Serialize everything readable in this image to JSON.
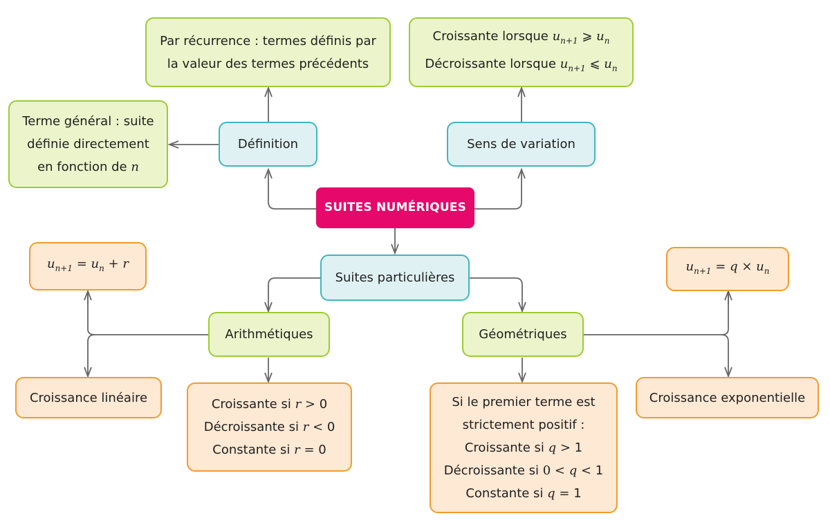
{
  "root": {
    "label": "SUITES NUMÉRIQUES"
  },
  "definition": {
    "label": "Définition",
    "recurrence": "Par récurrence : termes définis par la valeur des termes précédents",
    "recurrence_lines": [
      "Par récurrence : termes définis par",
      "la valeur des termes précédents"
    ],
    "general_lines": [
      "Terme général : suite",
      "définie directement",
      "en fonction de "
    ],
    "general_var": "n"
  },
  "variation": {
    "label": "Sens de variation",
    "increasing_text": "Croissante lorsque ",
    "decreasing_text": "Décroissante lorsque ",
    "u": "u",
    "sub_next": "n+1",
    "sub_n": "n",
    "geq": "⩾",
    "leq": "⩽"
  },
  "particular": {
    "label": "Suites particulières"
  },
  "arithmetic": {
    "label": "Arithmétiques",
    "formula": {
      "u": "u",
      "sub_next": "n+1",
      "eq": " = ",
      "sub_n": "n",
      "plus": " + ",
      "r": "r"
    },
    "growth": "Croissance linéaire",
    "cases": [
      {
        "text": "Croissante si ",
        "var": "r",
        "op": " > ",
        "val": "0"
      },
      {
        "text": "Décroissante si ",
        "var": "r",
        "op": " < ",
        "val": "0"
      },
      {
        "text": "Constante si ",
        "var": "r",
        "op": " = ",
        "val": "0"
      }
    ]
  },
  "geometric": {
    "label": "Géométriques",
    "formula": {
      "u": "u",
      "sub_next": "n+1",
      "eq": " = ",
      "q": "q",
      "times": " × ",
      "sub_n": "n"
    },
    "growth": "Croissance exponentielle",
    "condition_lines": [
      "Si le premier terme est",
      "strictement positif :"
    ],
    "cases": [
      {
        "text": "Croissante si ",
        "pre": "",
        "var": "q",
        "op": " > ",
        "val": "1"
      },
      {
        "text": "Décroissante si ",
        "pre": "0 < ",
        "var": "q",
        "op": " < ",
        "val": "1"
      },
      {
        "text": "Constante si ",
        "pre": "",
        "var": "q",
        "op": " = ",
        "val": "1"
      }
    ]
  },
  "colors": {
    "accent": "#e6086a",
    "green_border": "#9acd32",
    "green_fill": "#ecf4cb",
    "blue_border": "#3fb5c0",
    "blue_fill": "#dff1f3",
    "orange_border": "#f39a2e",
    "orange_fill": "#fde9d4",
    "arrow": "#666666"
  }
}
